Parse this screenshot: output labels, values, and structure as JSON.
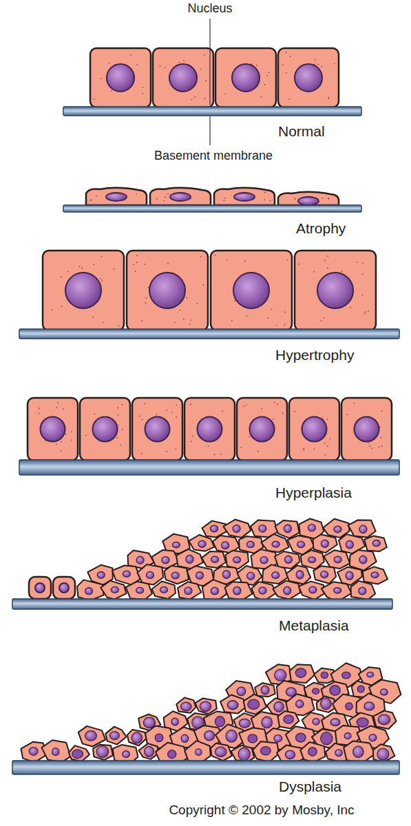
{
  "diagram": {
    "labels": [
      "Nucleus",
      "Normal",
      "Basement membrane",
      "Atrophy",
      "Hypertrophy",
      "Hyperplasia",
      "Metaplasia",
      "Dysplasia",
      "Copyright © 2002 by Mosby, Inc"
    ]
  }
}
